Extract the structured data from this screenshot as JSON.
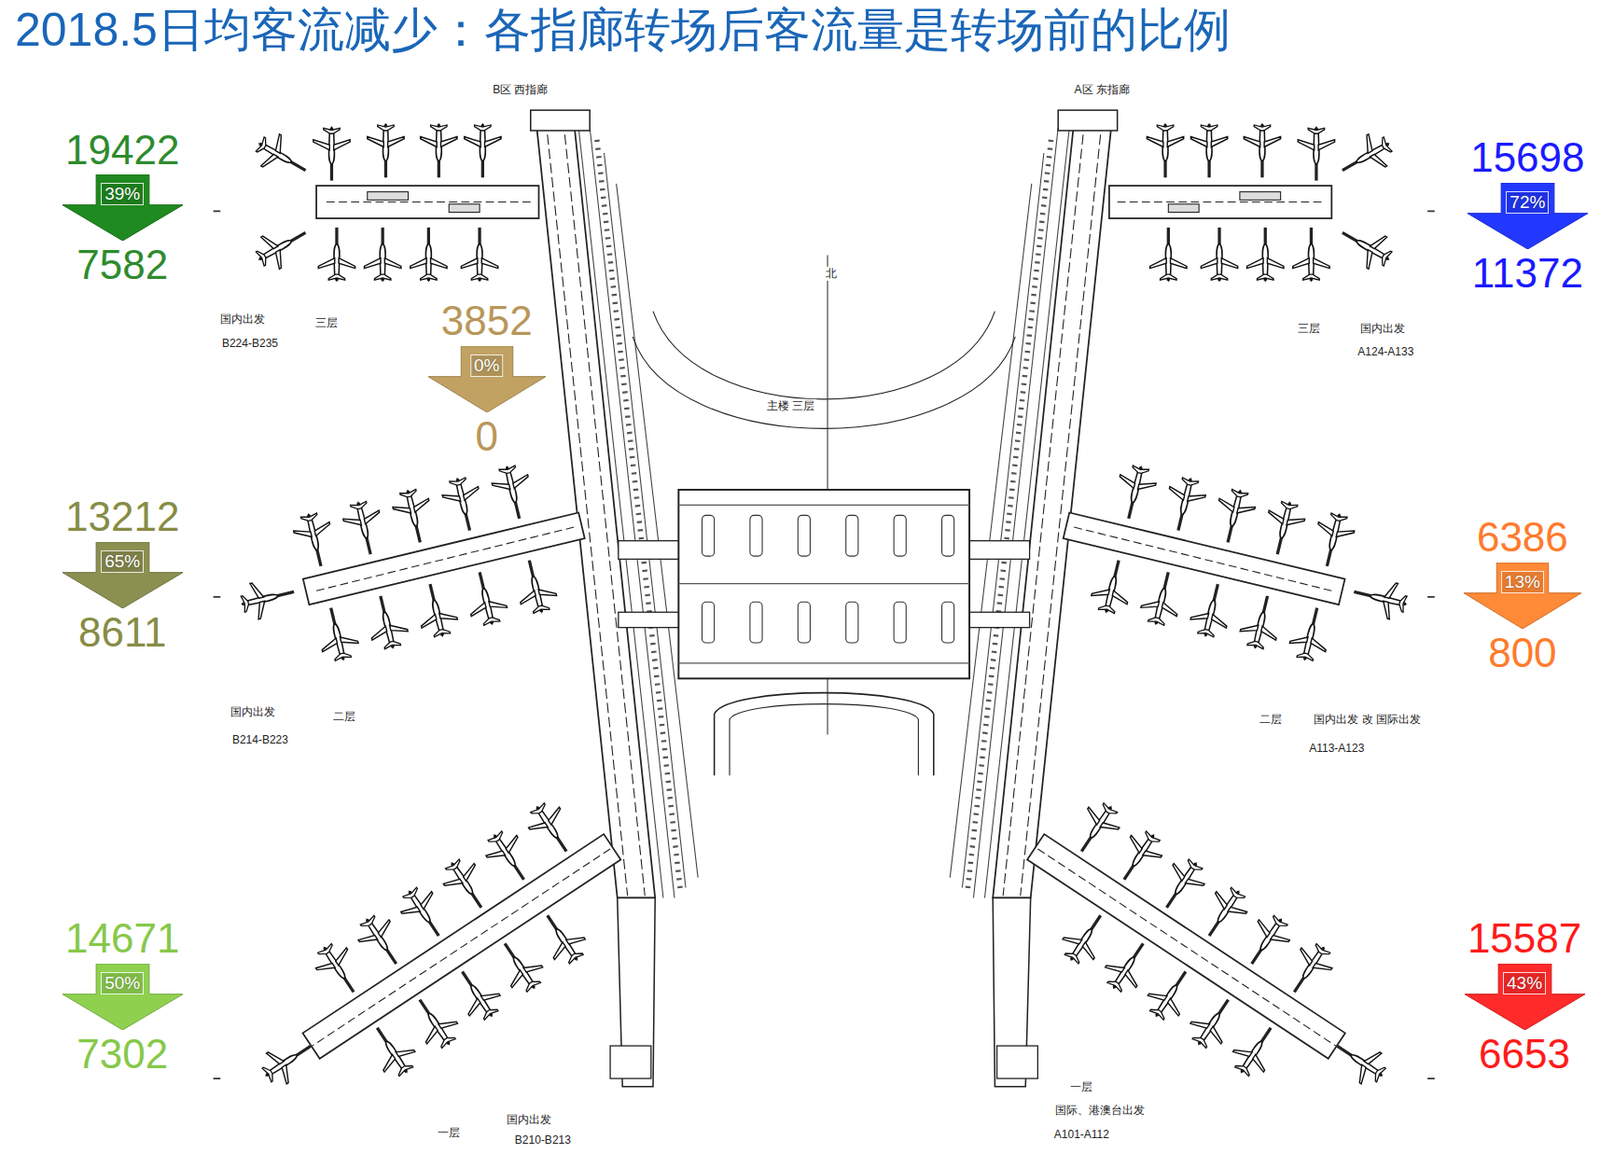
{
  "diagram": {
    "title": "2018.5日均客流减少：各指廊转场后客流量是转场前的比例",
    "nodes": [
      {
        "text": [
          "19422",
          "39%",
          "7582"
        ]
      },
      {
        "text": [
          "15698",
          "72%",
          "11372"
        ]
      },
      {
        "text": [
          "3852",
          "0%",
          "0"
        ]
      },
      {
        "text": [
          "13212",
          "65%",
          "8611"
        ]
      },
      {
        "text": [
          "6386",
          "13%",
          "800"
        ]
      },
      {
        "text": [
          "14671",
          "50%",
          "7302"
        ]
      },
      {
        "text": [
          "15587",
          "43%",
          "6653"
        ]
      }
    ],
    "labels": [
      "B区 西指廊",
      "A区 东指廊",
      "北",
      "国内出发",
      "三层",
      "三层",
      "国内出发",
      "B224-B235",
      "A124-A133",
      "主楼 三层",
      "国内出发",
      "二层",
      "二层",
      "国内出发 改 国际出发",
      "B214-B223",
      "A113-A123",
      "一层",
      "国际、港澳台出发",
      "国内出发",
      "一层",
      "A101-A112",
      "B210-B213"
    ]
  }
}
